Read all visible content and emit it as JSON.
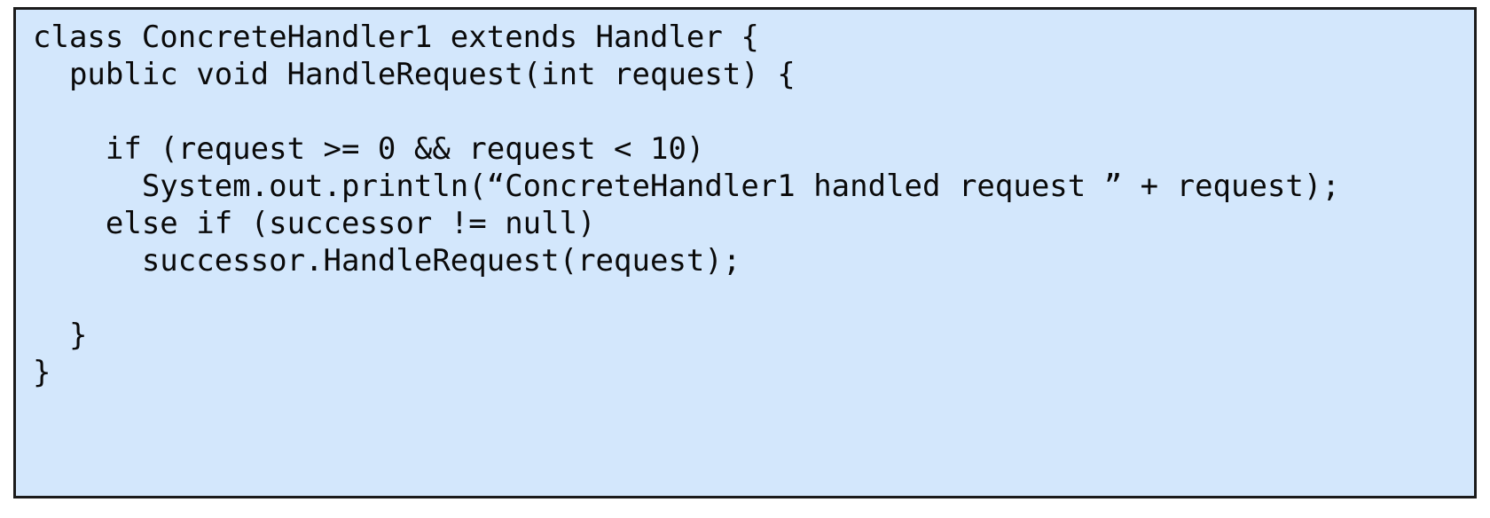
{
  "panel": {
    "background_color": "#d3e7fc",
    "border_color": "#1b1b1b",
    "text_color": "#0a0a0a"
  },
  "code_block": {
    "language": "java",
    "line_count": 10,
    "lines": [
      "class ConcreteHandler1 extends Handler {",
      "  public void HandleRequest(int request) {",
      "",
      "    if (request >= 0 && request < 10)",
      "      System.out.println(“ConcreteHandler1 handled request ” + request);",
      "    else if (successor != null)",
      "      successor.HandleRequest(request);",
      "",
      "  }",
      "}"
    ]
  }
}
